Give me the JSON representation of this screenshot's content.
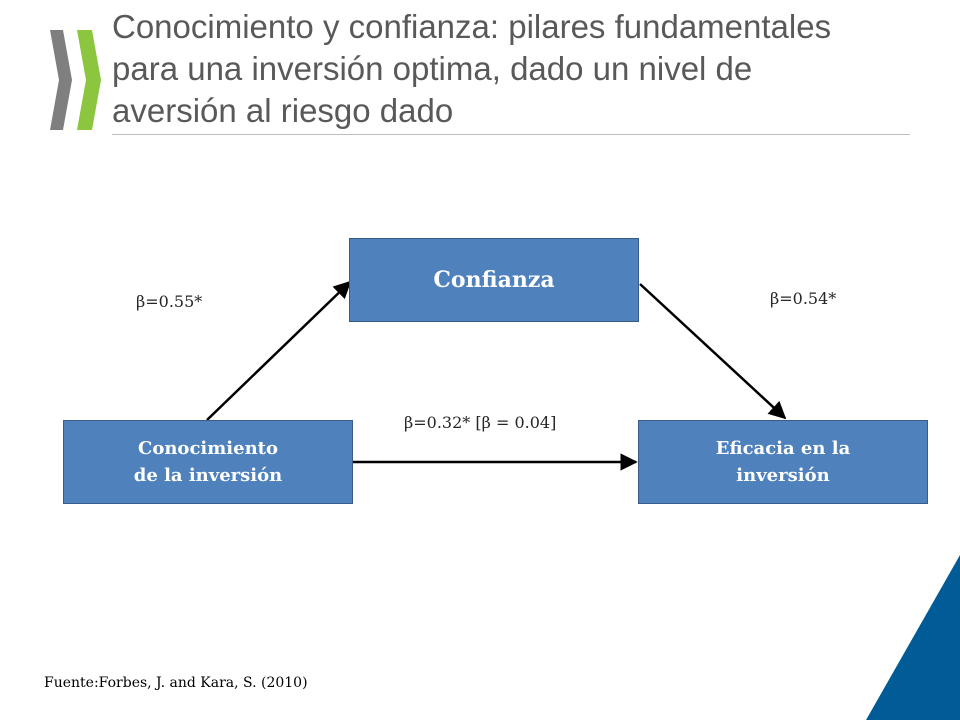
{
  "title": {
    "lines": [
      "Conocimiento y confianza: pilares fundamentales",
      "para una inversión optima, dado un nivel de",
      "aversión al riesgo dado"
    ]
  },
  "diagram": {
    "nodes": {
      "confianza": {
        "lines": [
          "Confianza"
        ]
      },
      "conocimiento": {
        "lines": [
          "Conocimiento",
          "de la inversión"
        ]
      },
      "eficacia": {
        "lines": [
          "Eficacia en la",
          "inversión"
        ]
      }
    },
    "edges": {
      "conocimiento_to_confianza": "β=0.55*",
      "confianza_to_eficacia": "β=0.54*",
      "conocimiento_to_eficacia": "β=0.32* [β = 0.04]"
    }
  },
  "source": "Fuente:Forbes, J. and Kara, S. (2010)",
  "colors": {
    "node_fill": "#4f81bd",
    "node_border": "#385d8a",
    "logo_green": "#8cc63f",
    "logo_gray": "#7f7f7f",
    "corner_blue": "#005b96",
    "title_text": "#595959"
  },
  "icons": {
    "logo": "oecd-chevrons-logo"
  }
}
